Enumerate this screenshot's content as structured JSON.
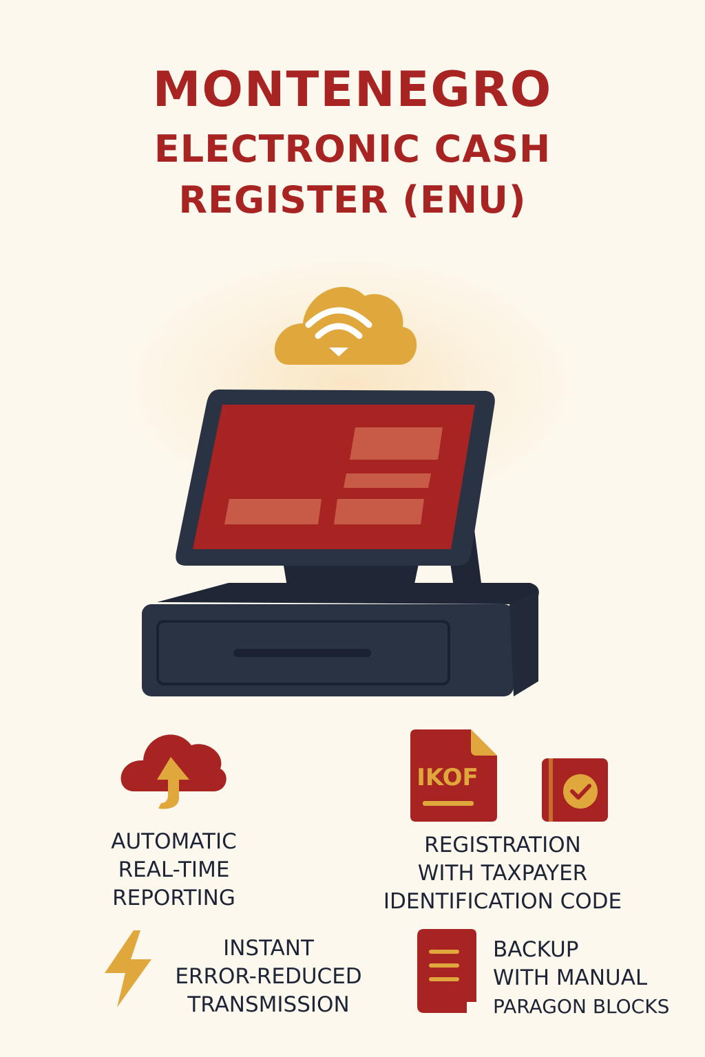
{
  "title": {
    "line1": "MONTENEGRO",
    "line2": "ELECTRONIC CASH",
    "line3": "REGISTER (ENU)"
  },
  "features": [
    {
      "icon": "cloud-upload-icon",
      "lines": [
        "AUTOMATIC",
        "REAL-TIME",
        "REPORTING"
      ]
    },
    {
      "icon": "ikof-document-icon",
      "icon_label": "IKOF",
      "secondary_icon": "check-badge-icon",
      "lines": [
        "REGISTRATION",
        "WITH TAXPAYER",
        "IDENTIFICATION CODE"
      ]
    },
    {
      "icon": "lightning-icon",
      "lines": [
        "INSTANT",
        "ERROR-REDUCED",
        "TRANSMISSION"
      ]
    },
    {
      "icon": "paper-receipt-icon",
      "lines": [
        "BACKUP",
        "WITH MANUAL",
        "PARAGON BLOCKS"
      ]
    }
  ],
  "illustration": {
    "icons": [
      "wifi-cloud-icon",
      "pos-terminal-icon"
    ]
  },
  "colors": {
    "background": "#fdf8ee",
    "brand_red": "#a82422",
    "gold": "#e0a83c",
    "dark_navy": "#1d2436",
    "device_body": "#2a3344",
    "screen_tile": "#c85a48"
  }
}
